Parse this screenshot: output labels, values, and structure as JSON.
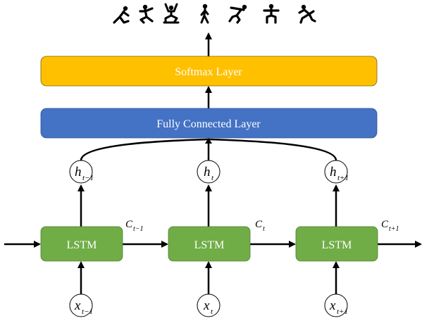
{
  "layers": {
    "softmax": {
      "label": "Softmax Layer",
      "color": "#FFC000"
    },
    "fully_connected": {
      "label": "Fully Connected Layer",
      "color": "#4472C4"
    }
  },
  "cells": [
    {
      "label": "LSTM",
      "hidden": {
        "base": "h",
        "sub": "t−1"
      },
      "input": {
        "base": "x",
        "sub": "t−1"
      },
      "cell_state": {
        "base": "C",
        "sub": "t−1"
      }
    },
    {
      "label": "LSTM",
      "hidden": {
        "base": "h",
        "sub": "t"
      },
      "input": {
        "base": "x",
        "sub": "t"
      },
      "cell_state": {
        "base": "C",
        "sub": "t"
      }
    },
    {
      "label": "LSTM",
      "hidden": {
        "base": "h",
        "sub": "t+1"
      },
      "input": {
        "base": "x",
        "sub": "t+1"
      },
      "cell_state": {
        "base": "C",
        "sub": "t+1"
      }
    }
  ],
  "lstm_color": "#70AD47",
  "actions": [
    {
      "icon": "crouching-person-icon"
    },
    {
      "icon": "kicking-person-icon"
    },
    {
      "icon": "squatting-person-icon"
    },
    {
      "icon": "walking-person-icon"
    },
    {
      "icon": "running-person-icon"
    },
    {
      "icon": "jumping-person-icon"
    },
    {
      "icon": "sprinting-person-icon"
    }
  ]
}
